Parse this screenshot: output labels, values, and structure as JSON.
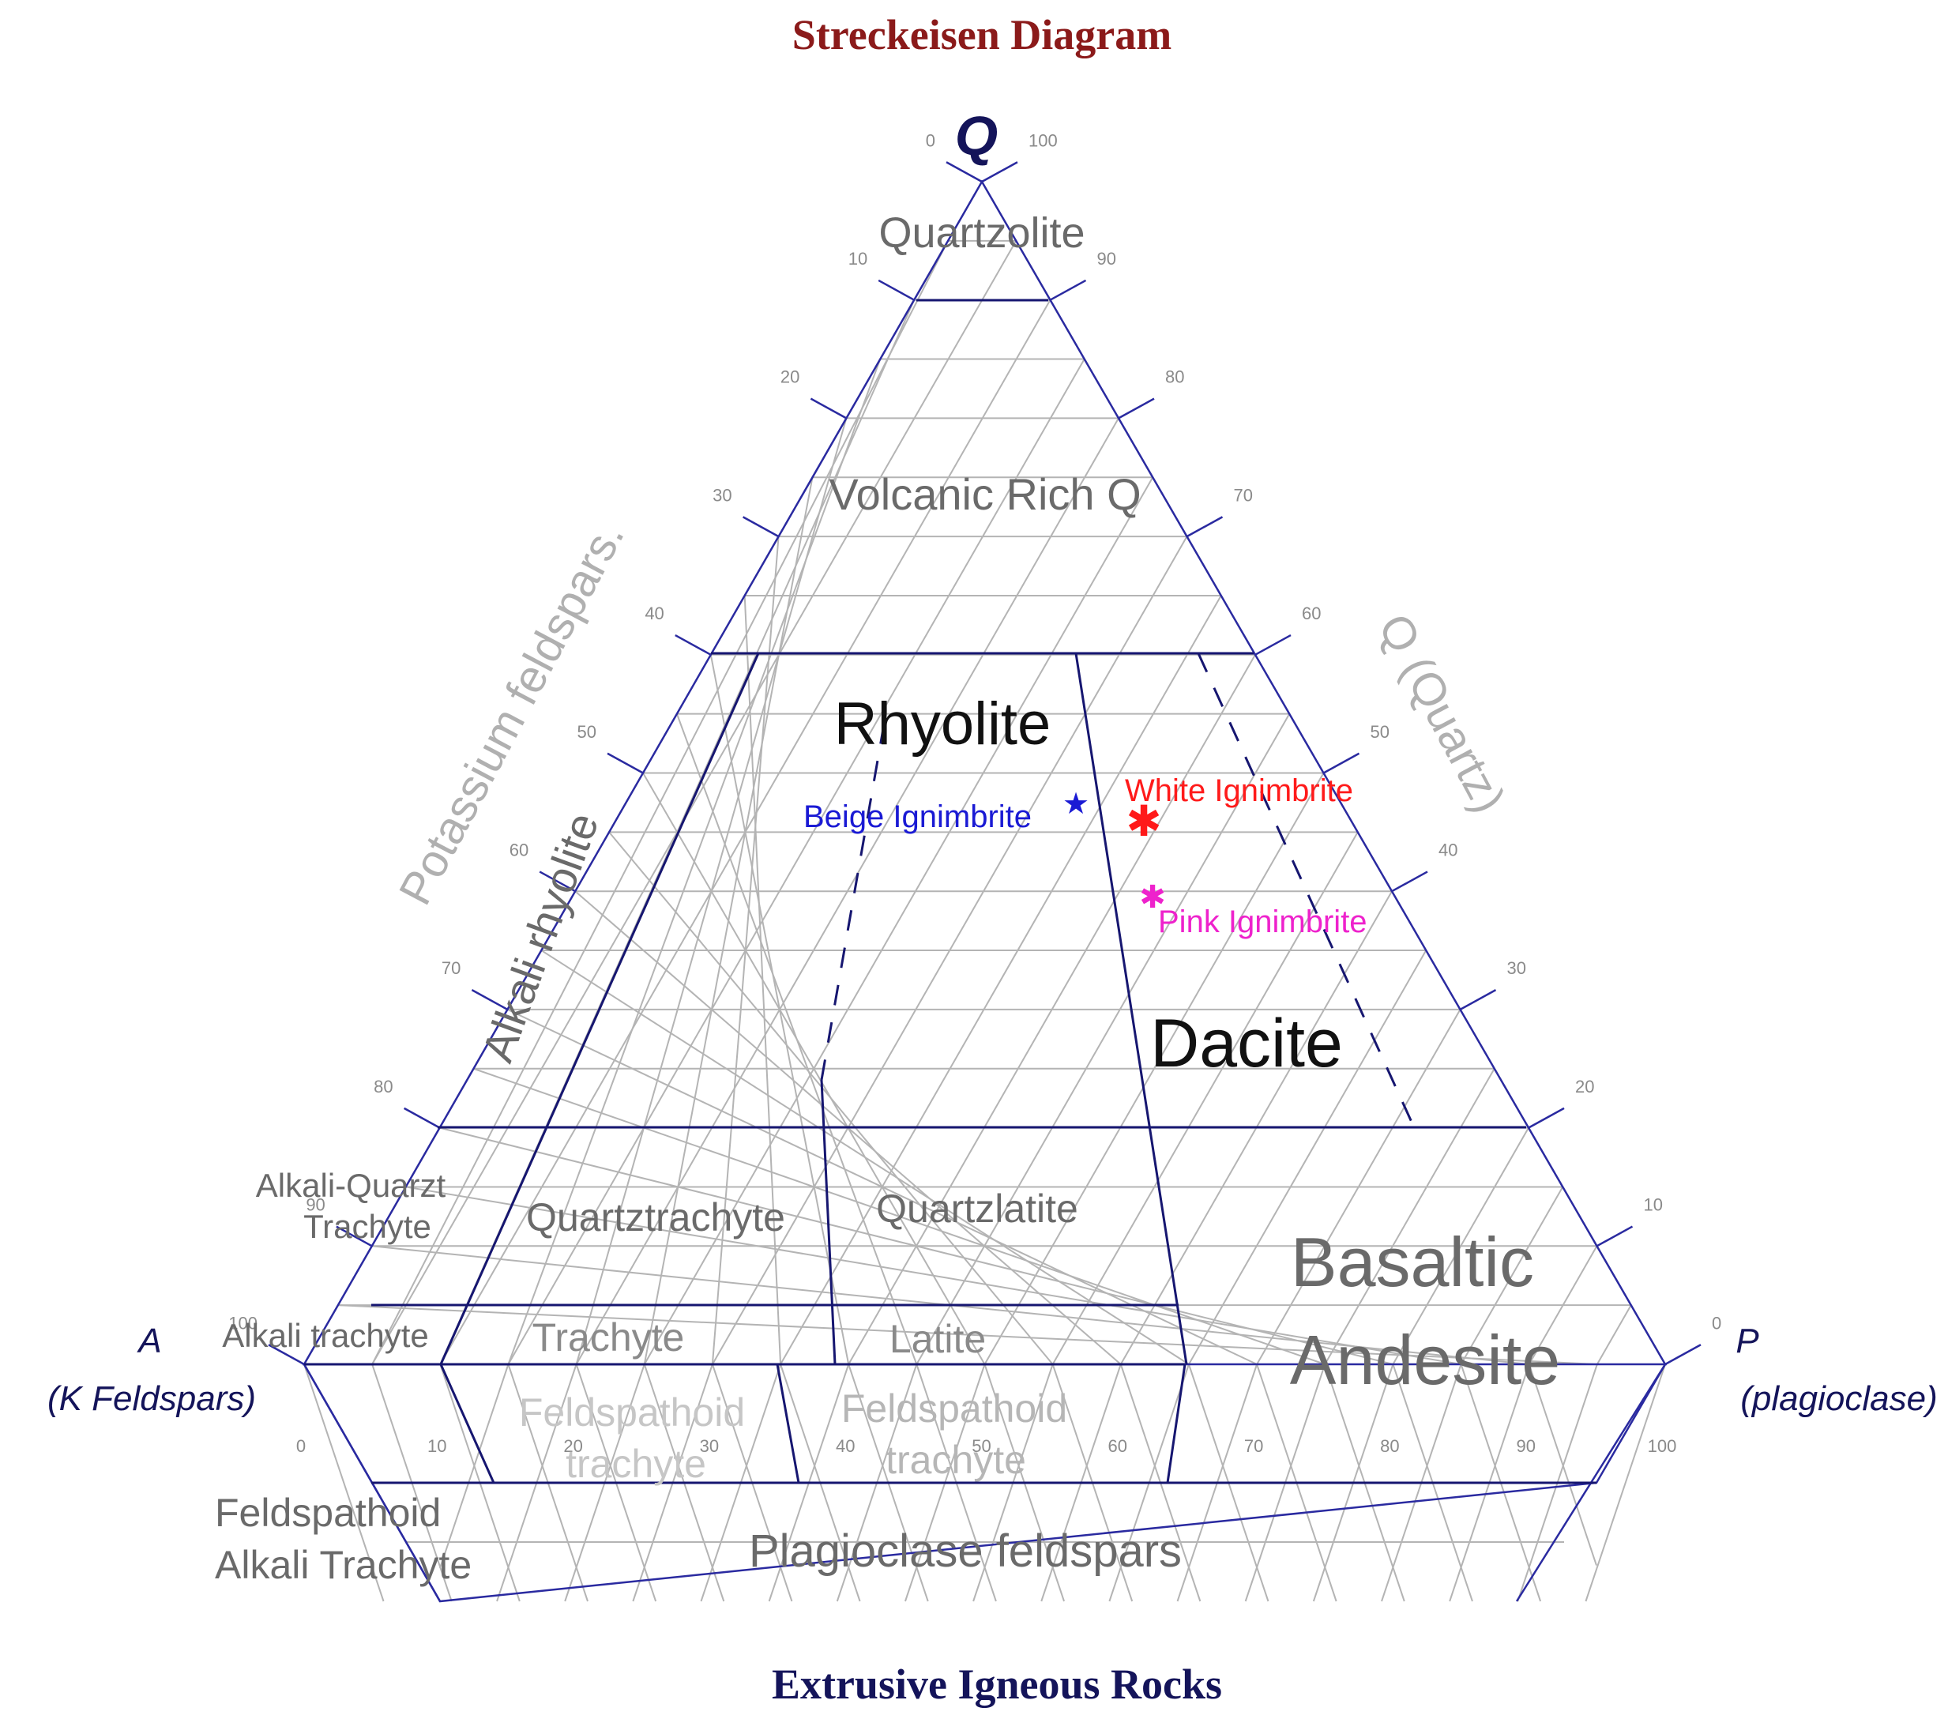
{
  "title": "Streckeisen Diagram",
  "footer": "Extrusive Igneous Rocks",
  "colors": {
    "title": "#8b1a1a",
    "footer": "#14145a",
    "vertex": "#14145a",
    "frame": "#2a2aa0",
    "field_line": "#161670",
    "grid": "#b4b4b4",
    "white_ignimbrite": "#ff1a1a",
    "beige_ignimbrite": "#1a1ad4",
    "pink_ignimbrite": "#ee22cc"
  },
  "vertices": {
    "q": "Q",
    "a": "A",
    "a_sub": "(K Feldspars)",
    "p": "P",
    "p_sub": "(plagioclase)"
  },
  "side_labels": {
    "left": "Potassium feldspars.",
    "right": "Q (Quartz)",
    "bottom": "Plagioclase feldspars"
  },
  "ticks": {
    "left_side": [
      "0",
      "10",
      "20",
      "30",
      "40",
      "50",
      "60",
      "70",
      "80",
      "90",
      "100"
    ],
    "right_side": [
      "100",
      "90",
      "80",
      "70",
      "60",
      "50",
      "40",
      "30",
      "20",
      "10",
      "0"
    ],
    "bottom_side": [
      "0",
      "10",
      "20",
      "30",
      "40",
      "50",
      "60",
      "70",
      "80",
      "90",
      "100"
    ]
  },
  "fields": {
    "quartzolite": "Quartzolite",
    "volcanic_rich_q": "Volcanic Rich Q",
    "rhyolite": "Rhyolite",
    "alkali_rhyolite": "Alkali rhyolite",
    "dacite": "Dacite",
    "alkali_quartz_trachyte_1": "Alkali-Quarzt",
    "alkali_quartz_trachyte_2": "Trachyte",
    "quartztrachyte": "Quartztrachyte",
    "quartzlatite": "Quartzlatite",
    "basaltic": "Basaltic",
    "andesite": "Andesite",
    "alkali_trachyte": "Alkali trachyte",
    "trachyte": "Trachyte",
    "latite": "Latite",
    "feldspathoid_trachyte_1a": "Feldspathoid",
    "feldspathoid_trachyte_1b": "trachyte",
    "feldspathoid_trachyte_2a": "Feldspathoid",
    "feldspathoid_trachyte_2b": "trachyte",
    "feldspathoid_alkali_trachyte_1": "Feldspathoid",
    "feldspathoid_alkali_trachyte_2": "Alkali Trachyte"
  },
  "samples": [
    {
      "name": "White Ignimbrite",
      "symbol": "✱",
      "color": "#ff1a1a"
    },
    {
      "name": "Beige Ignimbrite",
      "symbol": "★",
      "color": "#1a1ad4"
    },
    {
      "name": "Pink Ignimbrite",
      "symbol": "✱",
      "color": "#ee22cc"
    }
  ]
}
